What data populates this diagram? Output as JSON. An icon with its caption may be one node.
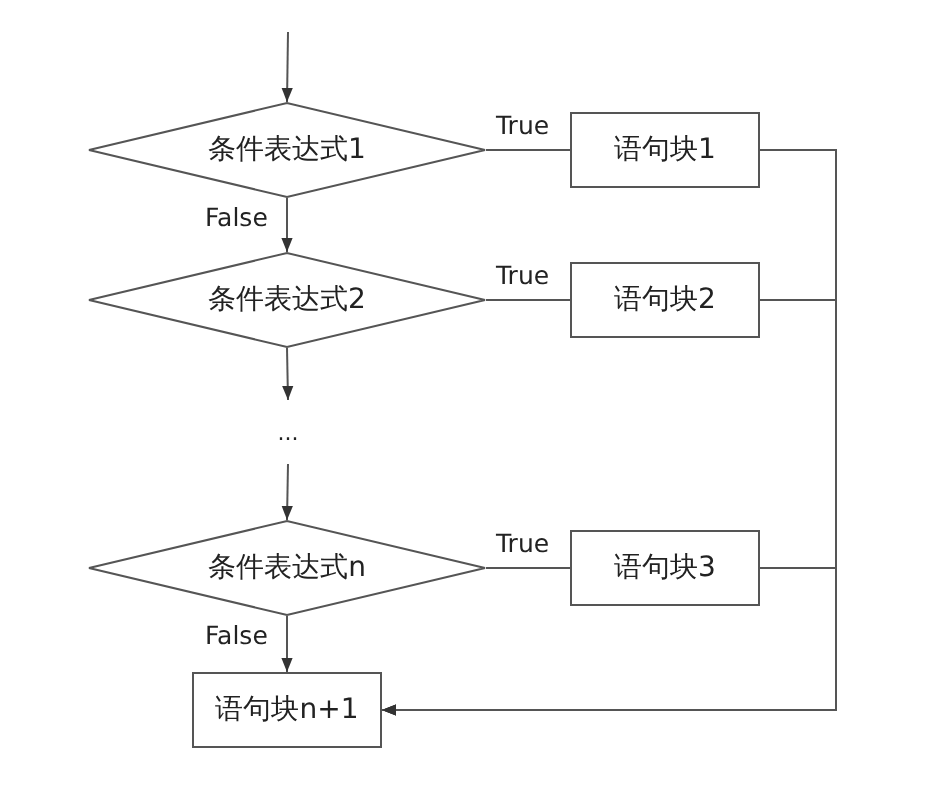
{
  "diagram": {
    "nodes": [
      {
        "text": [
          "条件表达式1"
        ]
      },
      {
        "text": [
          "语句块1"
        ]
      },
      {
        "text": [
          "条件表达式2"
        ]
      },
      {
        "text": [
          "语句块2"
        ]
      },
      {
        "text": [
          "..."
        ]
      },
      {
        "text": [
          "条件表达式n"
        ]
      },
      {
        "text": [
          "语句块3"
        ]
      },
      {
        "text": [
          "语句块n+1"
        ]
      }
    ],
    "edges": [
      {
        "from": null,
        "to": 0,
        "arrow": "to"
      },
      {
        "from": 0,
        "to": 1,
        "arrow": "none",
        "label": "True"
      },
      {
        "from": 0,
        "to": 2,
        "arrow": "to",
        "label": "False"
      },
      {
        "from": 1,
        "to": 7,
        "arrow": "to"
      },
      {
        "from": 2,
        "to": 3,
        "arrow": "none",
        "label": "True"
      },
      {
        "from": 3,
        "to": 7,
        "arrow": "to"
      },
      {
        "from": 2,
        "to": 4,
        "arrow": "to"
      },
      {
        "from": 4,
        "to": 5,
        "arrow": "to"
      },
      {
        "from": 5,
        "to": 6,
        "arrow": "none",
        "label": "True"
      },
      {
        "from": 6,
        "to": 7,
        "arrow": "to"
      },
      {
        "from": 5,
        "to": 7,
        "arrow": "to",
        "label": "False"
      }
    ]
  }
}
